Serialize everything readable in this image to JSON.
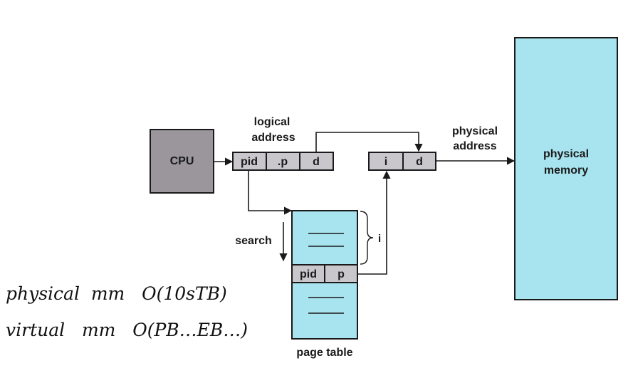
{
  "diagram": {
    "cpu_label": "CPU",
    "logical_address": {
      "title_line1": "logical",
      "title_line2": "address",
      "fields": [
        "pid",
        ".p",
        "d"
      ]
    },
    "physical_address": {
      "title_line1": "physical",
      "title_line2": "address",
      "fields": [
        "i",
        "d"
      ]
    },
    "physical_memory": {
      "line1": "physical",
      "line2": "memory"
    },
    "search_label": "search",
    "index_label": "i",
    "page_table": {
      "label": "page table",
      "entry_fields": [
        "pid",
        "p"
      ]
    },
    "handwritten_notes": [
      "physical  mm   O(10sTB)",
      "virtual   mm   O(PB…EB…)"
    ],
    "colors": {
      "cpu_fill": "#9a969c",
      "register_fill": "#c9c7cc",
      "table_fill": "#a8e4ef",
      "memory_fill": "#a8e4ef",
      "stroke": "#1a1a1a"
    }
  }
}
